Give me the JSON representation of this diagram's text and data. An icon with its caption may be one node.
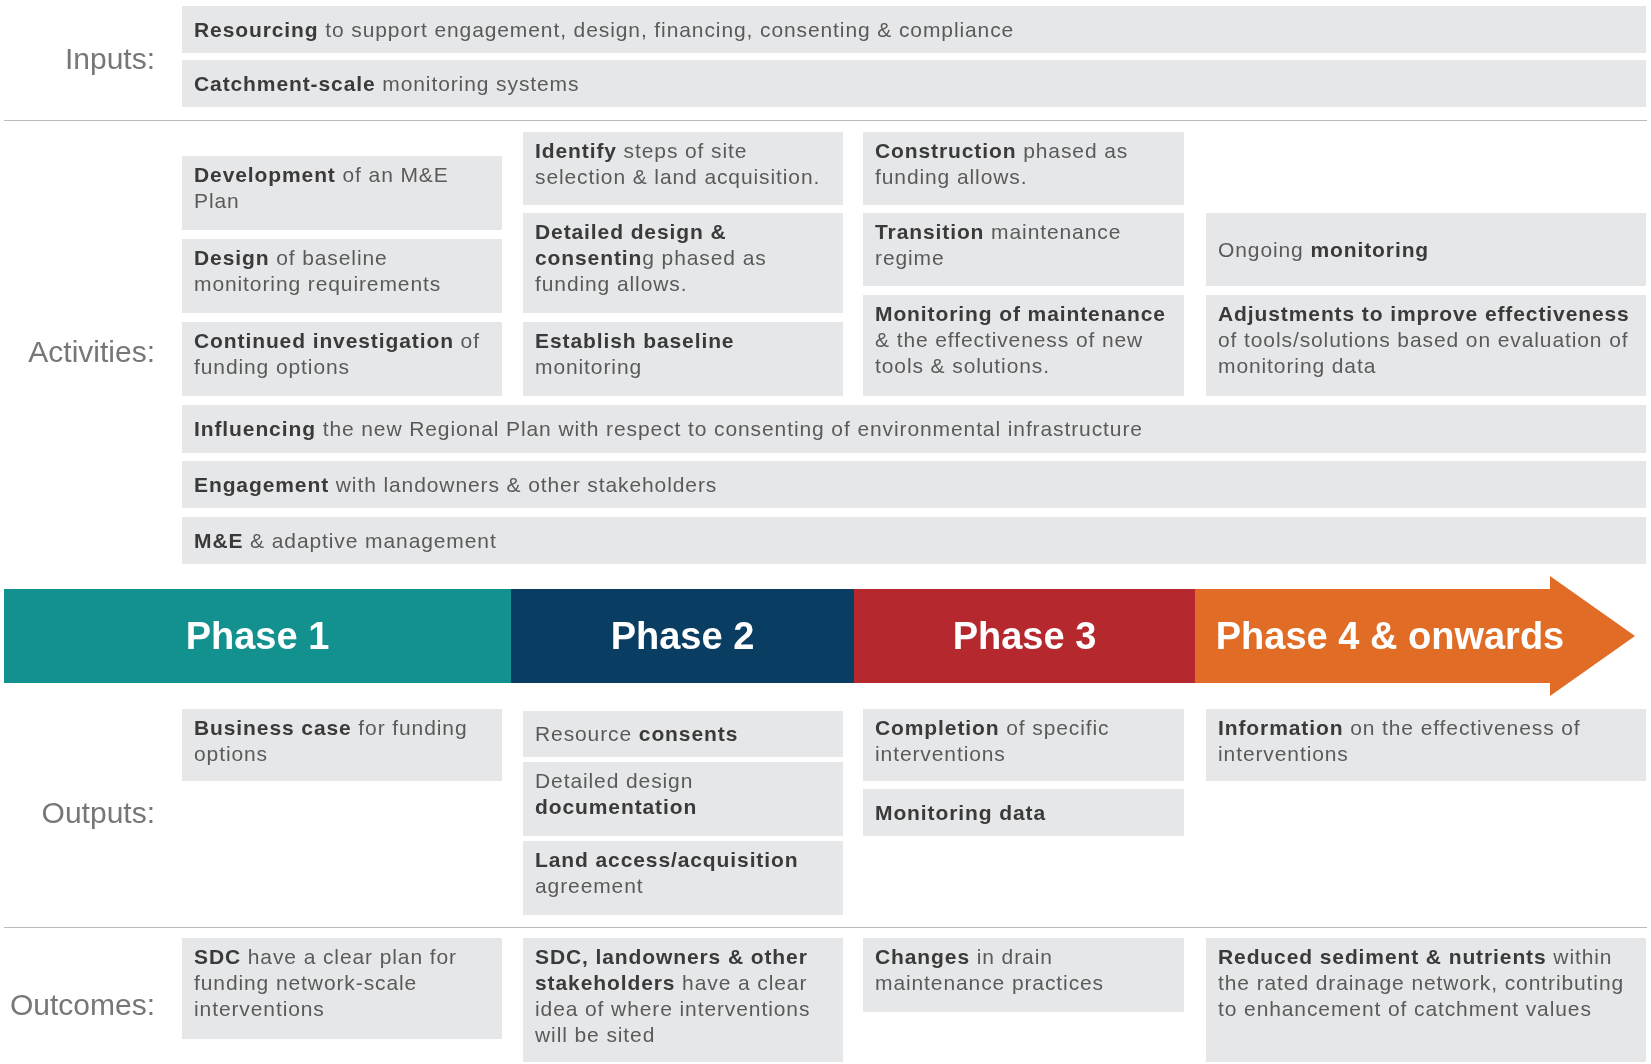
{
  "diagram": {
    "nodes": [
      {
        "text": [
          "**Resourcing** to support engagement, design, financing, consenting & compliance"
        ]
      },
      {
        "text": [
          "**Catchment-scale** monitoring systems"
        ]
      },
      {
        "text": [
          "**Development** of an M&E Plan"
        ]
      },
      {
        "text": [
          "**Design** of baseline monitoring requirements"
        ]
      },
      {
        "text": [
          "**Continued investigation** of funding options"
        ]
      },
      {
        "text": [
          "**Identify** steps of site selection & land acquisition."
        ]
      },
      {
        "text": [
          "**Detailed design & consentin**g phased as funding allows."
        ]
      },
      {
        "text": [
          "**Establish baseline** monitoring"
        ]
      },
      {
        "text": [
          "**Construction** phased as funding allows."
        ]
      },
      {
        "text": [
          "**Transition** maintenance regime"
        ]
      },
      {
        "text": [
          "**Monitoring of maintenance** & the effectiveness of new tools & solutions."
        ]
      },
      {
        "text": [
          "Ongoing **monitoring**"
        ]
      },
      {
        "text": [
          "**Adjustments to improve effectiveness** of tools/solutions based on evaluation of monitoring data"
        ]
      },
      {
        "text": [
          "**Influencing** the new Regional Plan with respect to consenting of environmental infrastructure"
        ]
      },
      {
        "text": [
          "**Engagement** with landowners & other stakeholders"
        ]
      },
      {
        "text": [
          "**M&E** & adaptive management"
        ]
      },
      {
        "text": [
          "Phase 1"
        ]
      },
      {
        "text": [
          "Phase 2"
        ]
      },
      {
        "text": [
          "Phase 3"
        ]
      },
      {
        "text": [
          "Phase 4 & onwards"
        ]
      },
      {
        "text": [
          "**Business case** for funding options"
        ]
      },
      {
        "text": [
          "Resource **consents**"
        ]
      },
      {
        "text": [
          "Detailed design **documentation**"
        ]
      },
      {
        "text": [
          "**Land access/acquisition** agreement"
        ]
      },
      {
        "text": [
          "**Completion** of specific interventions"
        ]
      },
      {
        "text": [
          "**Monitoring data**"
        ]
      },
      {
        "text": [
          "**Information** on the effectiveness of interventions"
        ]
      },
      {
        "text": [
          "**SDC** have a clear plan for funding network-scale interventions"
        ]
      },
      {
        "text": [
          "**SDC, landowners & other stakeholders** have a clear idea of where interventions will be sited"
        ]
      },
      {
        "text": [
          "**Changes** in drain maintenance practices"
        ]
      },
      {
        "text": [
          "**Reduced sediment & nutrients** within the rated drainage network, contributing to enhancement of catchment values"
        ]
      }
    ],
    "edges": [],
    "labels": [
      "Inputs:",
      "Activities:",
      "Outputs:",
      "Outcomes:"
    ]
  }
}
